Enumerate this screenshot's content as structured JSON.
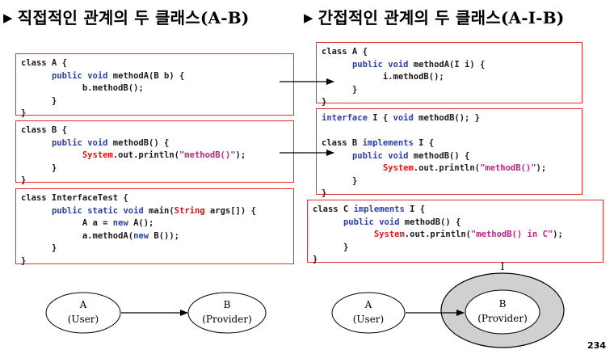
{
  "headings": {
    "left": "직접적인 관계의 두 클래스(A-B)",
    "right": "간접적인 관계의 두 클래스(A-I-B)",
    "marker": "▶"
  },
  "left_code": {
    "class_a": {
      "l1": "class A {",
      "l2_kw": "public void",
      "l2_rest": " methodA(B b) {",
      "l3": "b.methodB();",
      "l4": "}",
      "l5": "}"
    },
    "class_b": {
      "l1": "class B {",
      "l2_kw": "public void",
      "l2_rest": " methodB() {",
      "l3_sys": "System",
      "l3_mid": ".out.println(",
      "l3_str": "\"methodB()\"",
      "l3_end": ");",
      "l4": "}",
      "l5": "}"
    },
    "interface_test": {
      "l1": "class InterfaceTest {",
      "l2_kw": "public static void",
      "l2_mid": " main(",
      "l2_type": "String",
      "l2_rest": " args[]) {",
      "l3_a": "A a = ",
      "l3_kw": "new",
      "l3_b": " A();",
      "l4_a": "a.methodA(",
      "l4_kw": "new",
      "l4_b": " B());",
      "l5": "}",
      "l6": "}"
    }
  },
  "right_code": {
    "class_a": {
      "l1": "class A {",
      "l2_kw": "public void",
      "l2_rest": " methodA(I i) {",
      "l3": "i.methodB();",
      "l4": "}",
      "l5": "}"
    },
    "iface_and_b": {
      "l1_kw": "interface",
      "l1_mid": " I { ",
      "l1_kw2": "void",
      "l1_rest": " methodB(); }",
      "l2_a": "class B ",
      "l2_kw": "implements",
      "l2_b": " I {",
      "l3_kw": "public void",
      "l3_rest": " methodB() {",
      "l4_sys": "System",
      "l4_mid": ".out.println(",
      "l4_str": "\"methodB()\"",
      "l4_end": ");",
      "l5": "}",
      "l6": "}"
    },
    "class_c": {
      "l1_a": "class C ",
      "l1_kw": "implements",
      "l1_b": " I {",
      "l2_kw": "public void",
      "l2_rest": " methodB() {",
      "l3_sys": "System",
      "l3_mid": ".out.println(",
      "l3_str": "\"methodB() in C\"",
      "l3_end": ");",
      "l4": "}",
      "l5": "}"
    }
  },
  "diagram_left": {
    "node_a": {
      "name": "A",
      "role": "(User)"
    },
    "node_b": {
      "name": "B",
      "role": "(Provider)"
    }
  },
  "diagram_right": {
    "node_a": {
      "name": "A",
      "role": "(User)"
    },
    "node_b": {
      "name": "B",
      "role": "(Provider)"
    },
    "interface_label": "I"
  },
  "colors": {
    "box_border": "#e03030",
    "keyword": "#2b3ea8",
    "system": "#e01515",
    "string": "#c0208a",
    "ring_fill": "#d0d0d0"
  },
  "page_number": "234"
}
